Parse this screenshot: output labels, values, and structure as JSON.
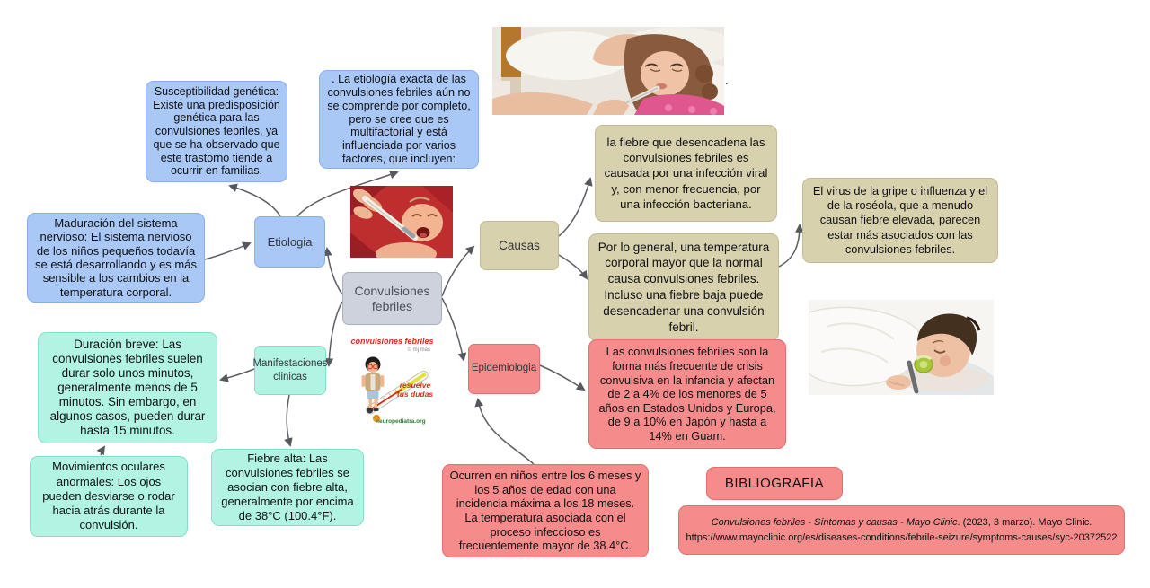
{
  "nodes": {
    "root": {
      "label": "Convulsiones febriles"
    },
    "etiologia": {
      "label": "Etiologia"
    },
    "causas": {
      "label": "Causas"
    },
    "manifestaciones": {
      "label": "Manifestaciones clinicas"
    },
    "epidemiologia": {
      "label": "Epidemiologia"
    }
  },
  "details": {
    "susceptibilidad": {
      "text": "Susceptibilidad genética: Existe una predisposición genética para las convulsiones febriles, ya que se ha observado que este trastorno tiende a ocurrir en familias."
    },
    "etiologia_exacta": {
      "text": ". La etiología exacta de las convulsiones febriles aún no se comprende por completo, pero se cree que es multifactorial y está influenciada por varios factores, que incluyen:"
    },
    "maduracion": {
      "text": "Maduración del sistema nervioso: El sistema nervioso de los niños pequeños todavía se está desarrollando y es más sensible a los cambios en la temperatura corporal."
    },
    "fiebre_infeccion": {
      "text": "la fiebre que desencadena las convulsiones febriles es causada por una infección viral y, con menor frecuencia, por una infección bacteriana."
    },
    "temperatura": {
      "text": "Por lo general, una temperatura corporal mayor que la normal causa convulsiones febriles. Incluso una fiebre baja puede desencadenar una convulsión febril."
    },
    "virus_gripe": {
      "text": "El virus de la gripe o influenza y el de la roséola, que a menudo causan fiebre elevada, parecen estar más asociados con las convulsiones febriles."
    },
    "duracion": {
      "text": "Duración breve: Las convulsiones febriles suelen durar solo unos minutos, generalmente menos de 5 minutos. Sin embargo, en algunos casos, pueden durar hasta 15 minutos."
    },
    "movimientos": {
      "text": "Movimientos oculares anormales: Los ojos pueden desviarse o rodar hacia atrás durante la convulsión."
    },
    "fiebre_alta": {
      "text": "Fiebre alta: Las convulsiones febriles se asocian con fiebre alta, generalmente por encima de 38°C (100.4°F)."
    },
    "frecuencia": {
      "text": "Las convulsiones febriles son la forma más frecuente de crisis convulsiva en la infancia y afectan de 2 a 4% de los menores de 5 años en Estados Unidos y Europa, de 9 a 10% en Japón y hasta a 14% en Guam."
    },
    "edad": {
      "text": "Ocurren en niños entre los 6 meses y los 5 años de edad con una incidencia máxima a los 18 meses. La temperatura asociada con el proceso infeccioso es frecuentemente mayor de 38.4°C."
    }
  },
  "bibliography": {
    "button_label": "BIBLIOGRAFIA",
    "citation_italic": "Convulsiones febriles - Síntomas y causas - Mayo Clinic",
    "citation_rest": ". (2023, 3 marzo). Mayo Clinic.",
    "citation_url": "https://www.mayoclinic.org/es/diseases-conditions/febrile-seizure/symptoms-causes/syc-20372522"
  },
  "logo": {
    "title": "convulsiones febriles",
    "credit": "© mj mas",
    "tagline": "resuelve tus dudas",
    "site": "neuropediatra.org"
  },
  "misc": {
    "stray_period": "."
  },
  "colors": {
    "blue": "#a9c8f6",
    "gray": "#cdd2dc",
    "tan": "#d8d1ad",
    "mint": "#b2f4e4",
    "pink": "#f58b8b",
    "connector": "#5a5e63"
  }
}
